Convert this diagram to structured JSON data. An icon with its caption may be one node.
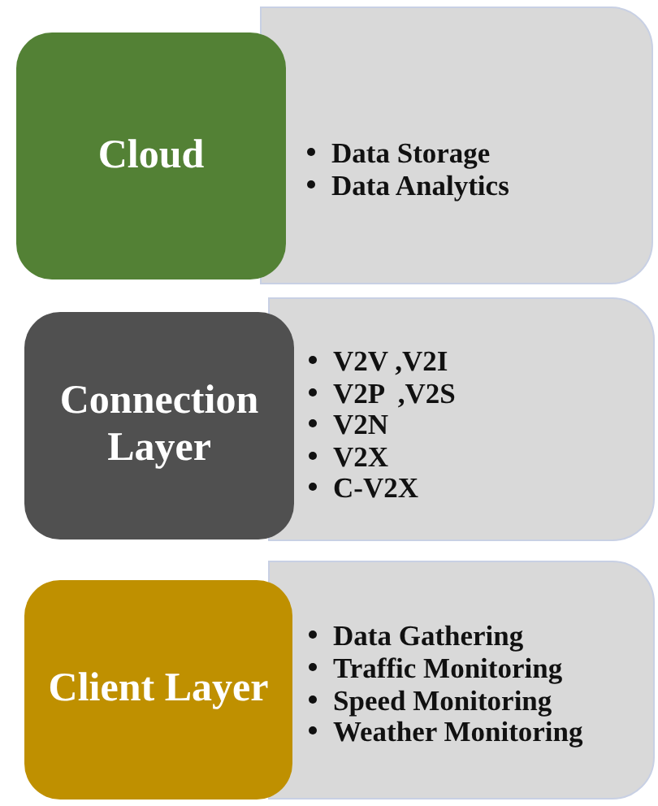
{
  "diagram": {
    "nodes": [
      {
        "text": [
          "Cloud"
        ]
      },
      {
        "text": [
          "Data Storage",
          "Data Analytics"
        ]
      },
      {
        "text": [
          "Connection Layer"
        ]
      },
      {
        "text": [
          "V2V ,V2I",
          "V2P  ,V2S",
          "V2N",
          "V2X",
          "C-V2X"
        ]
      },
      {
        "text": [
          "Client Layer"
        ]
      },
      {
        "text": [
          "Data Gathering",
          "Traffic Monitoring",
          "Speed Monitoring",
          "Weather Monitoring"
        ]
      }
    ],
    "edges": []
  }
}
